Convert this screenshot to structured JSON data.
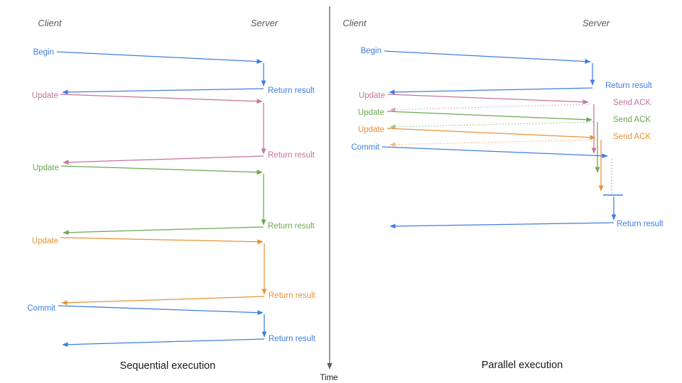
{
  "colors": {
    "blue": "#3f7de0",
    "pink": "#c4739d",
    "green": "#6aa84f",
    "orange": "#e69138",
    "lblue": "#85abef",
    "lpink": "#dba7c3",
    "lgreen": "#9cc786",
    "lorange": "#f2bb80",
    "header": "#595959",
    "axis": "#595959",
    "caption": "#1a1a1a"
  },
  "diagrams": {
    "sequential": {
      "caption": "Sequential execution",
      "client_header": "Client",
      "server_header": "Server",
      "messages": [
        {
          "label": "Begin",
          "color": "blue",
          "response": "Return result"
        },
        {
          "label": "Update",
          "color": "pink",
          "response": "Return result"
        },
        {
          "label": "Update",
          "color": "green",
          "response": "Return result"
        },
        {
          "label": "Update",
          "color": "orange",
          "response": "Return result"
        },
        {
          "label": "Commit",
          "color": "blue",
          "response": "Return result"
        }
      ]
    },
    "parallel": {
      "caption": "Parallel execution",
      "client_header": "Client",
      "server_header": "Server",
      "messages": [
        {
          "label": "Begin",
          "color": "blue",
          "response": "Return result"
        },
        {
          "label": "Update",
          "color": "pink",
          "response": "Send ACK"
        },
        {
          "label": "Update",
          "color": "green",
          "response": "Send ACK"
        },
        {
          "label": "Update",
          "color": "orange",
          "response": "Send ACK"
        },
        {
          "label": "Commit",
          "color": "blue",
          "response": "Return result"
        }
      ]
    }
  },
  "time_axis": {
    "label": "Time"
  }
}
